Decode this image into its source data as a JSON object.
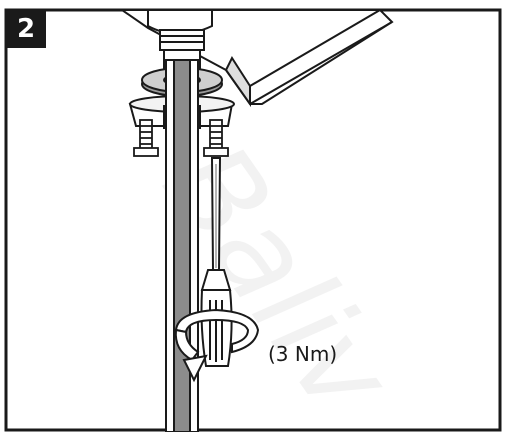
{
  "step": {
    "number": "2"
  },
  "annotation": {
    "torque": "(3 Nm)"
  },
  "watermark": {
    "text": "Baliv"
  },
  "colors": {
    "line": "#1a1a1a",
    "shade": "#9a9a9a",
    "light": "#f3f3f3",
    "rod": "#8c8c8c"
  }
}
